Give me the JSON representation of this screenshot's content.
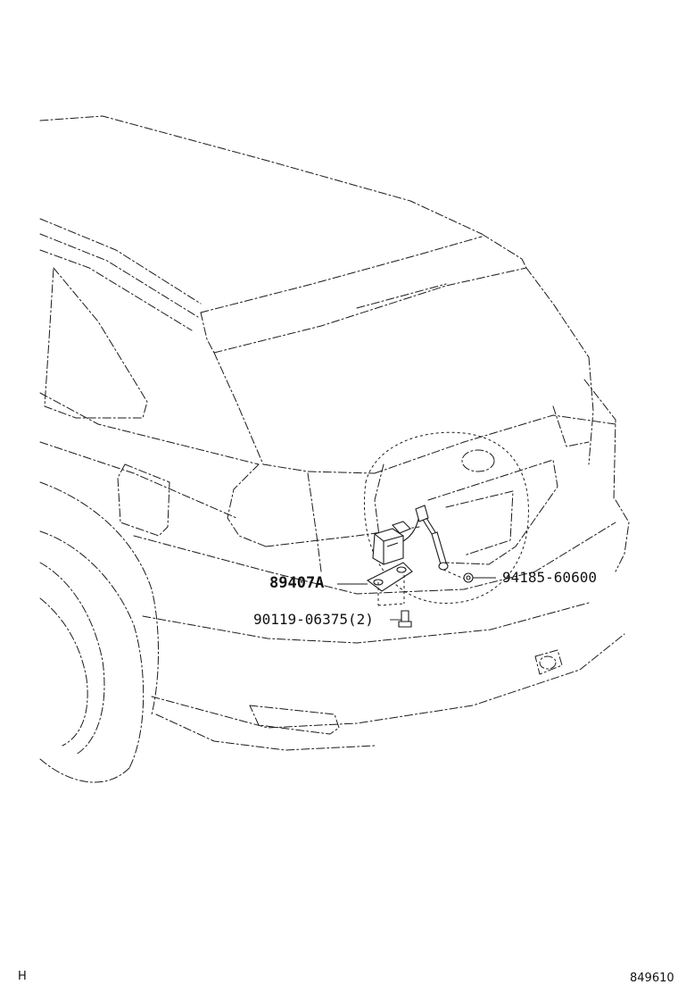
{
  "parts": {
    "sensor": "89407A",
    "bolt": "90119-06375(2)",
    "nut": "94185-60600"
  },
  "footer": {
    "left_code": "H",
    "figure_number": "849610"
  }
}
